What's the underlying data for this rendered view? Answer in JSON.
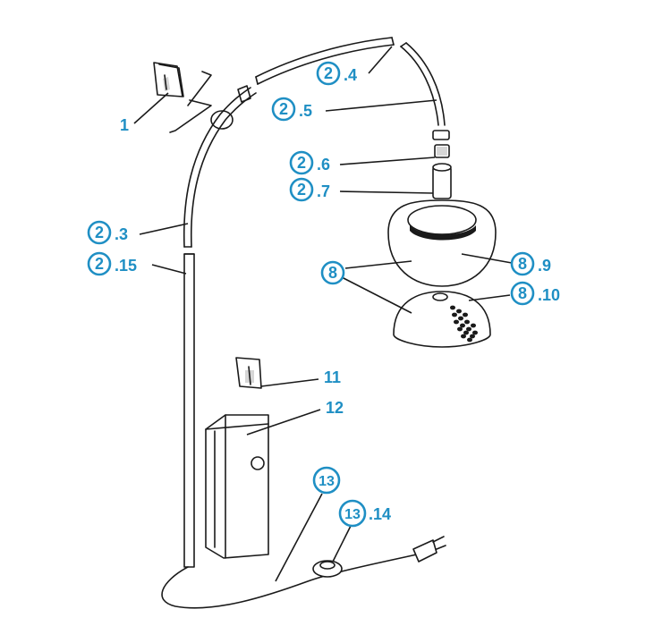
{
  "callouts": {
    "c1": {
      "num": "1"
    },
    "c3": {
      "circle": "2",
      "suffix": ".3"
    },
    "c4": {
      "circle": "2",
      "suffix": ".4"
    },
    "c5": {
      "circle": "2",
      "suffix": ".5"
    },
    "c6": {
      "circle": "2",
      "suffix": ".6"
    },
    "c7": {
      "circle": "2",
      "suffix": ".7"
    },
    "c15": {
      "circle": "2",
      "suffix": ".15"
    },
    "c8": {
      "circle": "8"
    },
    "c9": {
      "circle": "8",
      "suffix": ".9"
    },
    "c10": {
      "circle": "8",
      "suffix": ".10"
    },
    "c11": {
      "num": "11"
    },
    "c12": {
      "num": "12"
    },
    "c13": {
      "circle": "13"
    },
    "c14": {
      "circle": "13",
      "suffix": ".14"
    }
  },
  "colors": {
    "label": "#1f8fc4",
    "ink": "#1a1a1a",
    "shade": "#d6d6d6"
  }
}
